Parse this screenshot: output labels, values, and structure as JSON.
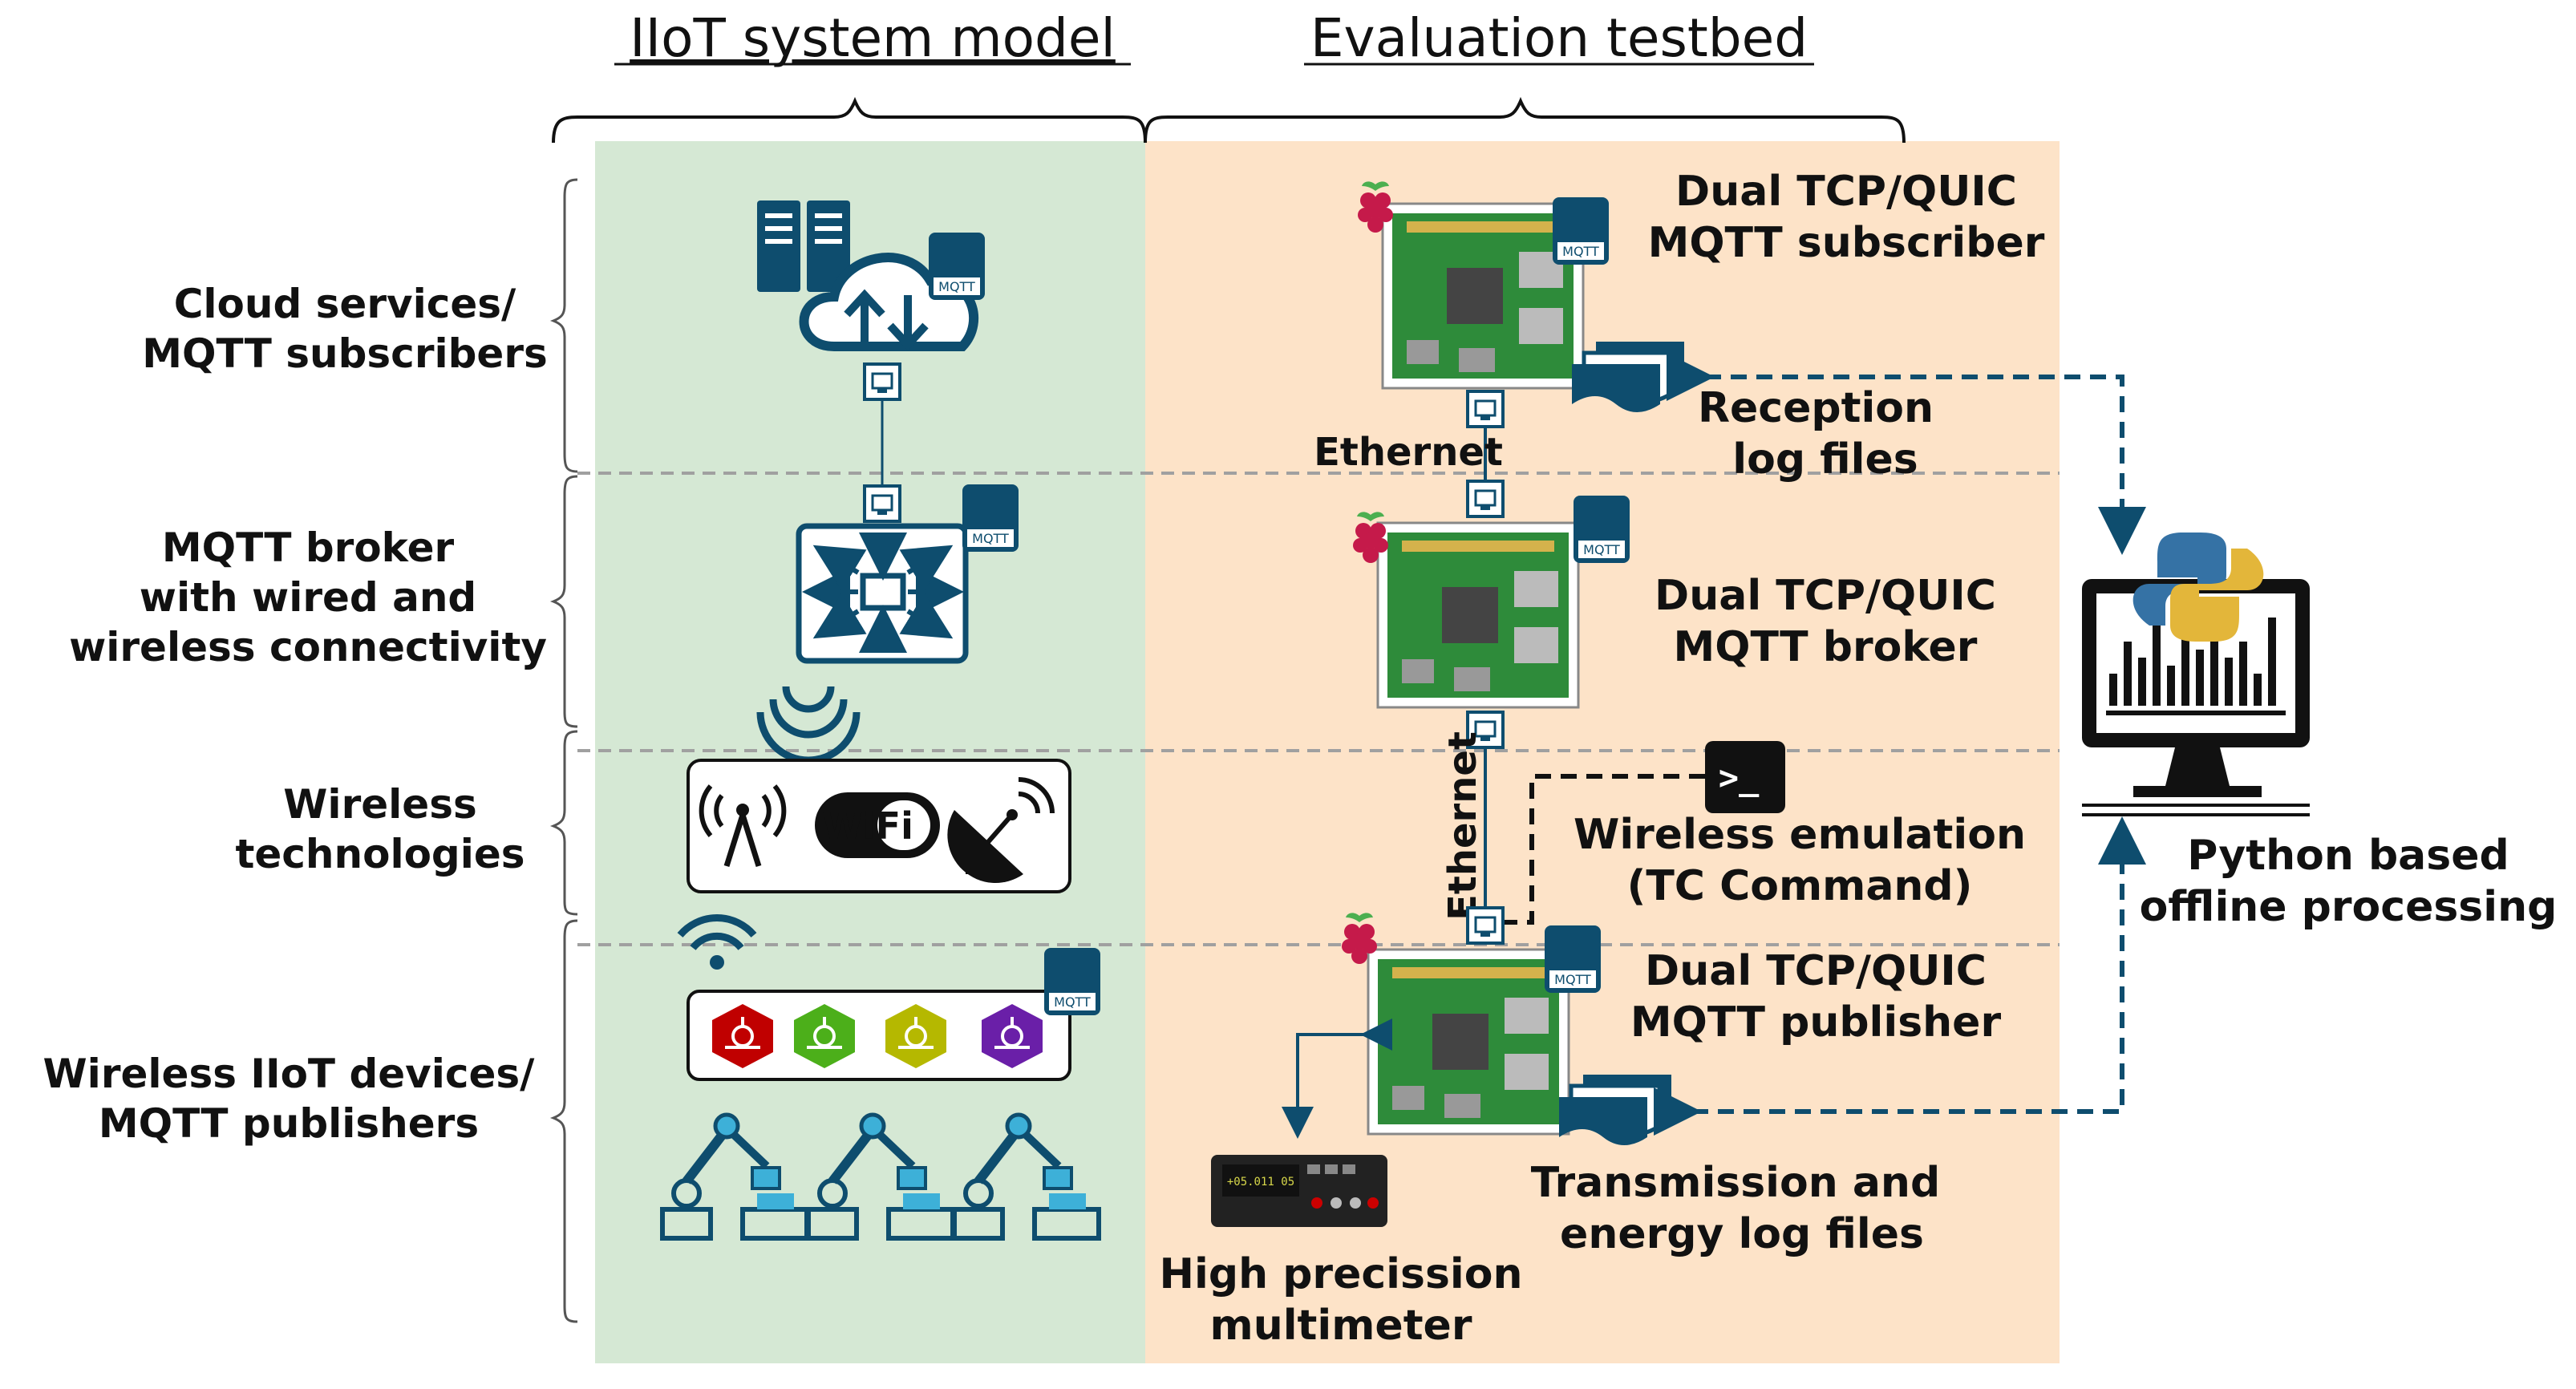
{
  "headers": {
    "system_model": "IIoT system model",
    "testbed": "Evaluation testbed"
  },
  "layers": [
    {
      "line1": "Cloud services/",
      "line2": "MQTT  subscribers"
    },
    {
      "line1": "MQTT broker",
      "line2": "with wired and",
      "line3": "wireless connectivity"
    },
    {
      "line1": "Wireless",
      "line2": "technologies"
    },
    {
      "line1": "Wireless IIoT devices/",
      "line2": "MQTT  publishers"
    }
  ],
  "mqtt_tag": "MQTT",
  "wifi_logo": "WiFi",
  "testbed": {
    "subscriber": {
      "line1": "Dual TCP/QUIC",
      "line2": "MQTT subscriber"
    },
    "broker": {
      "line1": "Dual TCP/QUIC",
      "line2": "MQTT broker"
    },
    "publisher": {
      "line1": "Dual TCP/QUIC",
      "line2": "MQTT publisher"
    },
    "reception_logs": {
      "line1": "Reception",
      "line2": "log files"
    },
    "tx_logs": {
      "line1": "Transmission and",
      "line2": "energy log files"
    },
    "ethernet_h": "Ethernet",
    "ethernet_v": "Ethernet",
    "emulation": {
      "line1": "Wireless emulation",
      "line2": "(TC Command)"
    },
    "multimeter": {
      "line1": "High precission",
      "line2": "multimeter",
      "display": "+05.011 05"
    },
    "python": {
      "line1": "Python based",
      "line2": "offline processing"
    },
    "terminal_prompt": ">_"
  },
  "colors": {
    "green_panel": "#d5e8d4",
    "orange_panel": "#fde3c8",
    "icon_blue": "#0e4d6e",
    "raspberry": "#c51a4a",
    "board_green": "#2e8b3a",
    "hex_red": "#c00000",
    "hex_green": "#4caf1a",
    "hex_yellow": "#b5b800",
    "hex_purple": "#6a1fa8"
  }
}
